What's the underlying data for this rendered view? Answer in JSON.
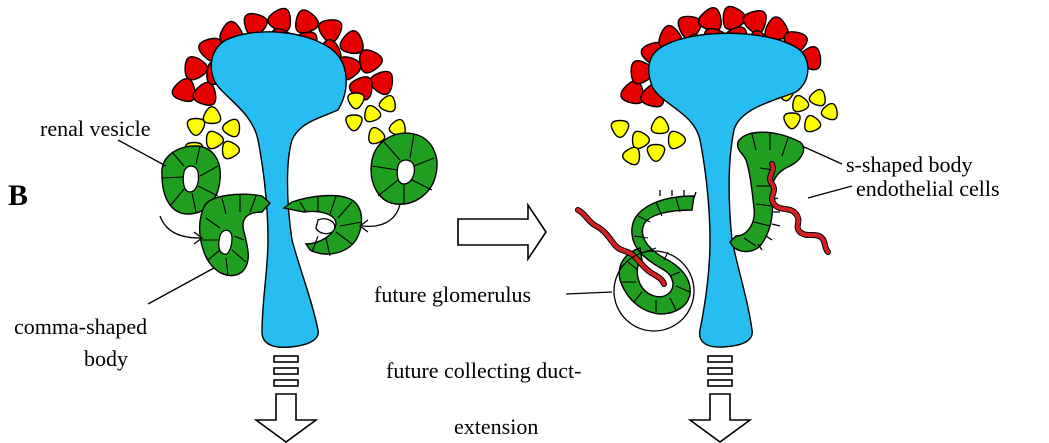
{
  "panel_label": "B",
  "labels": {
    "renal_vesicle": "renal vesicle",
    "comma_shaped_body_1": "comma-shaped",
    "comma_shaped_body_2": "body",
    "s_shaped_body": "s-shaped body",
    "endothelial_cells": "endothelial cells",
    "future_glomerulus": "future glomerulus",
    "future_collecting_duct_1": "future collecting duct-",
    "future_collecting_duct_2": "extension"
  },
  "colors": {
    "cap_mesenchyme": "#e60000",
    "yellow_cells": "#ffff00",
    "ureteric_bud": "#27bdf1",
    "nephron": "#1f9e1f",
    "endothelial": "#d42020"
  }
}
